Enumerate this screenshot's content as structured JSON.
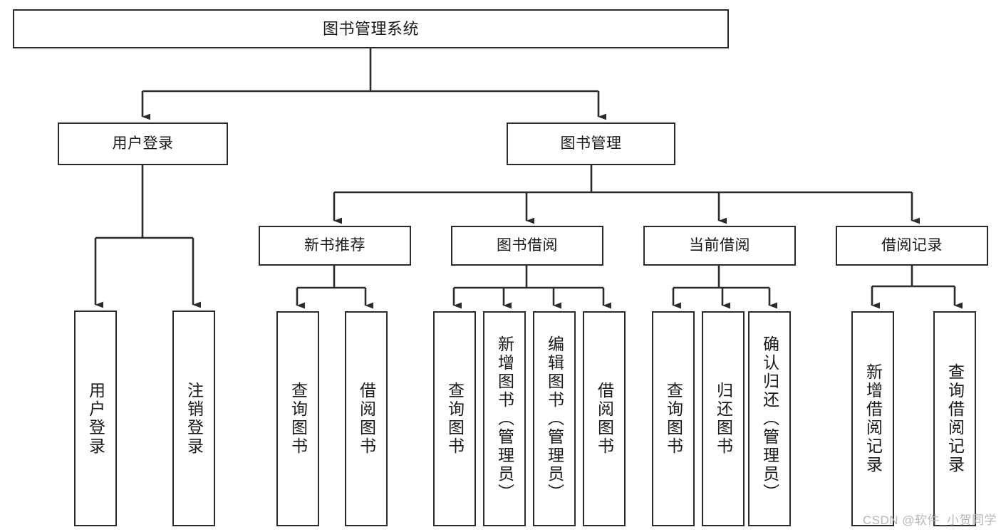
{
  "diagram": {
    "type": "tree-hierarchy-chart",
    "title": "图书管理系统",
    "colors": {
      "background": "#ffffff",
      "box_border": "#2b2b2b",
      "box_fill": "#ffffff",
      "connector": "#2b2b2b",
      "text": "#1a1a1a",
      "watermark": "#b7b7b7"
    }
  },
  "root": {
    "label": "图书管理系统"
  },
  "level2": [
    {
      "label": "用户登录"
    },
    {
      "label": "图书管理"
    }
  ],
  "level3": [
    {
      "label": "新书推荐"
    },
    {
      "label": "图书借阅"
    },
    {
      "label": "当前借阅"
    },
    {
      "label": "借阅记录"
    }
  ],
  "leaves": {
    "user_login": [
      {
        "label": "用户登录"
      },
      {
        "label": "注销登录"
      }
    ],
    "new_book": [
      {
        "label": "查询图书"
      },
      {
        "label": "借阅图书"
      }
    ],
    "book_borrow": [
      {
        "label": "查询图书"
      },
      {
        "label": "新增图书（管理员）"
      },
      {
        "label": "编辑图书（管理员）"
      },
      {
        "label": "借阅图书"
      }
    ],
    "current_borrow": [
      {
        "label": "查询图书"
      },
      {
        "label": "归还图书"
      },
      {
        "label": "确认归还（管理员）"
      }
    ],
    "borrow_record": [
      {
        "label": "新增借阅记录"
      },
      {
        "label": "查询借阅记录"
      }
    ]
  },
  "watermark": {
    "text": "CSDN @软件_小贺同学"
  }
}
